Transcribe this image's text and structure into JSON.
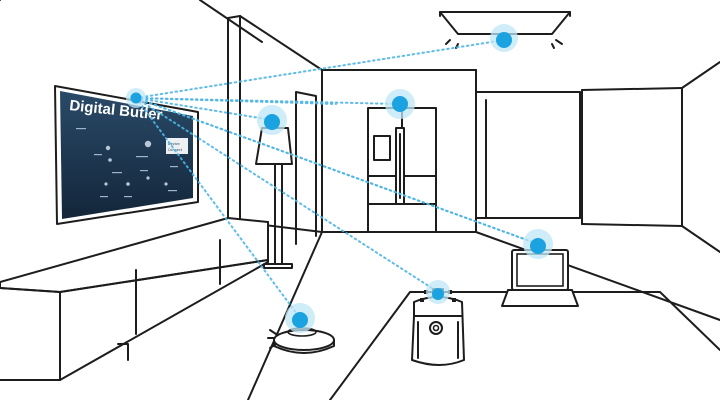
{
  "tv": {
    "title": "Digital Butler",
    "menu": [
      "Device",
      "Connect"
    ]
  },
  "colors": {
    "hub": "#1aa3e0",
    "hub_glow": "#bfe6f7",
    "link": "#4bb5e6",
    "tv_screen_top": "#2a4a68",
    "tv_screen_bottom": "#13263a",
    "stroke": "#1d1d1d"
  },
  "devices": [
    {
      "name": "air-conditioner",
      "icon": "air-conditioner-icon"
    },
    {
      "name": "refrigerator",
      "icon": "refrigerator-icon"
    },
    {
      "name": "floor-lamp",
      "icon": "lamp-icon"
    },
    {
      "name": "laptop",
      "icon": "laptop-icon"
    },
    {
      "name": "air-purifier",
      "icon": "air-purifier-icon"
    },
    {
      "name": "robot-vacuum",
      "icon": "robot-vacuum-icon"
    }
  ]
}
